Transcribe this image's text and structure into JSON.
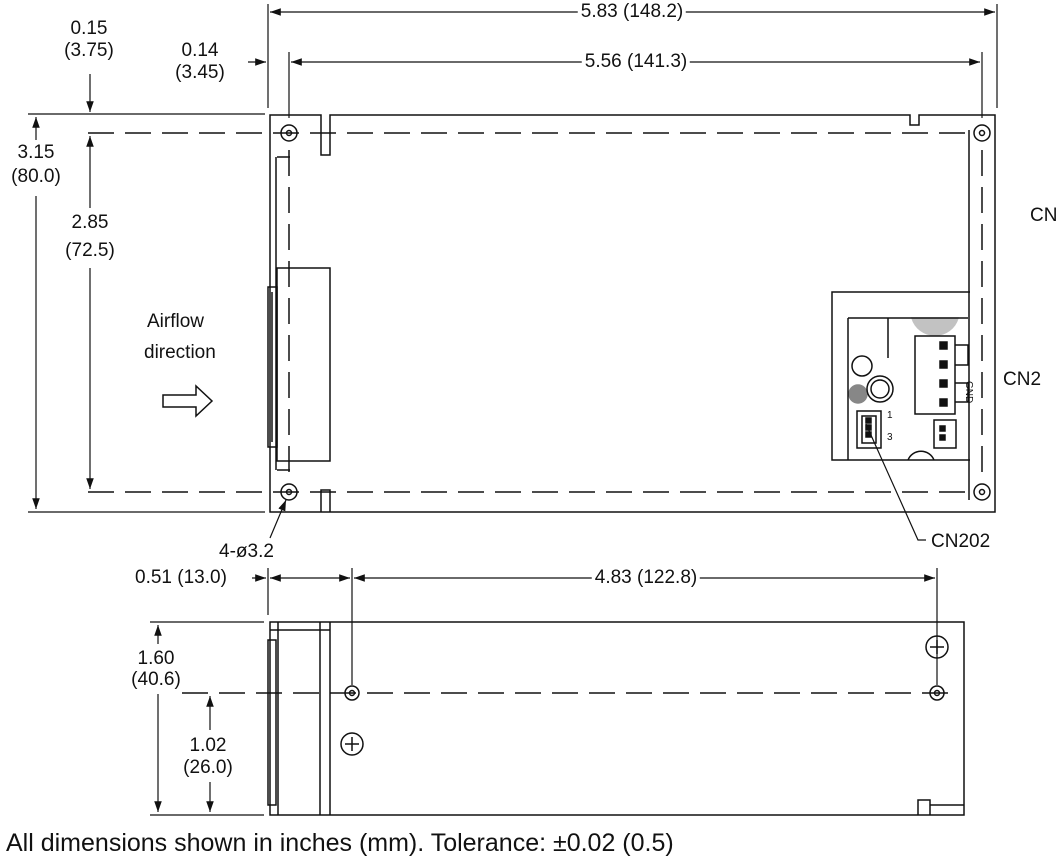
{
  "top_view": {
    "overall_length": "5.83 (148.2)",
    "hole_spacing_length": "5.56 (141.3)",
    "edge_offset_top_in": "0.15",
    "edge_offset_top_mm": "(3.75)",
    "edge_offset_left_in": "0.14",
    "edge_offset_left_mm": "(3.45)",
    "overall_width_in": "3.15",
    "overall_width_mm": "(80.0)",
    "hole_spacing_width_in": "2.85",
    "hole_spacing_width_mm": "(72.5)",
    "airflow_line1": "Airflow",
    "airflow_line2": "direction",
    "mount_holes": "4-ø3.2",
    "connector_cn_partial": "CN",
    "connector_cn2": "CN2",
    "connector_cn202": "CN202",
    "pin_1": "1",
    "pin_3": "3",
    "silk_gnd": "GND"
  },
  "side_view": {
    "front_offset": "0.51 (13.0)",
    "hole_spacing": "4.83 (122.8)",
    "height_in": "1.60",
    "height_mm": "(40.6)",
    "hole_height_in": "1.02",
    "hole_height_mm": "(26.0)"
  },
  "footnote": "All dimensions shown in inches (mm). Tolerance: ±0.02 (0.5)"
}
